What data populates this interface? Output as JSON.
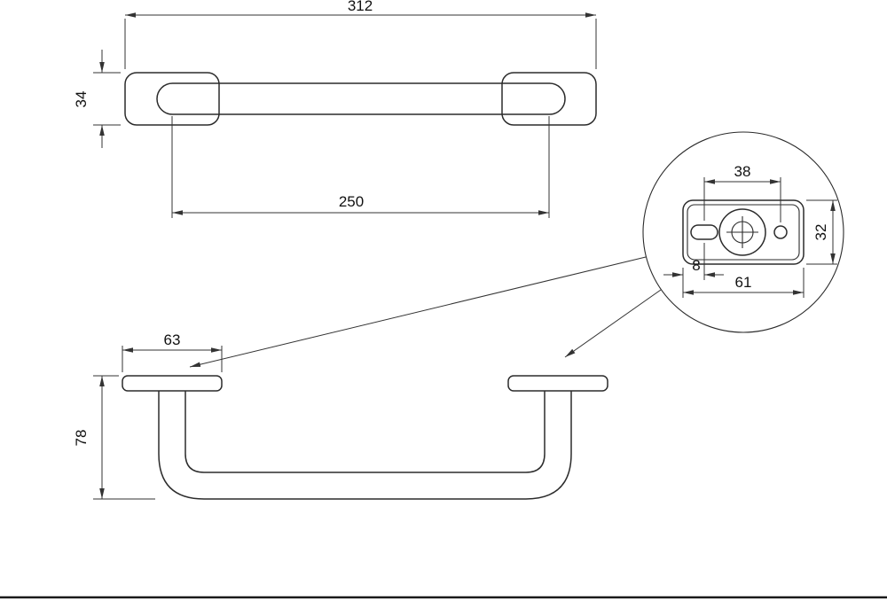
{
  "drawing": {
    "background": "#ffffff",
    "line_color": "#2b2b2b",
    "dimensions": {
      "overall_length": "312",
      "end_cap_height": "34",
      "mounting_centers": "250",
      "detail_hole_spacing": "38",
      "detail_plate_height": "32",
      "detail_slot_offset": "8",
      "detail_plate_width": "61",
      "flange_width": "63",
      "bar_height": "78"
    }
  }
}
